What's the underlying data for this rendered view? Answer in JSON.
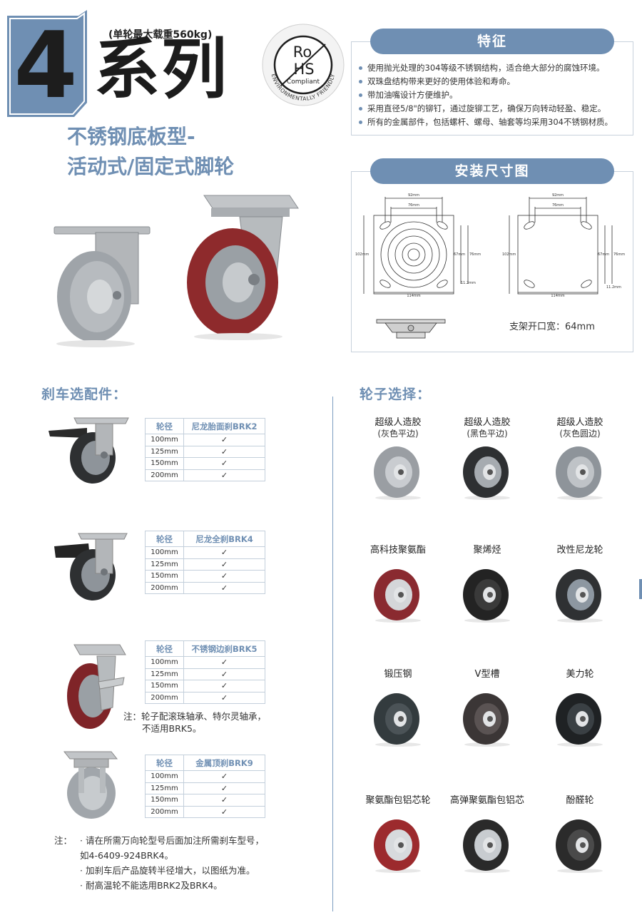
{
  "header": {
    "series_number": "4",
    "max_load": "(单轮最大载重560kg)",
    "series_title": "系列",
    "subtitle_line1": "不锈钢底板型-",
    "subtitle_line2": "活动式/固定式脚轮",
    "rohs": {
      "ro": "Ro",
      "hs": "HS",
      "compliant": "Compliant",
      "ring_text": "ENVIRONMENTALLY FRIENDLY"
    }
  },
  "features": {
    "title": "特征",
    "items": [
      "使用抛光处理的304等级不锈钢结构，适合绝大部分的腐蚀环境。",
      "双珠盘结构带来更好的使用体验和寿命。",
      "带加油嘴设计方便维护。",
      "采用直径5/8\"的铆钉，通过旋铆工艺，确保万向转动轻盈、稳定。",
      "所有的金属部件，包括螺杆、螺母、轴套等均采用304不锈钢材质。"
    ]
  },
  "install": {
    "title": "安装尺寸图",
    "dims": {
      "outer_w": "92mm",
      "inner_w": "76mm",
      "height": "102mm",
      "hole_v": "67mm",
      "hole_v2": "76mm",
      "hole_d": "11.2mm",
      "base_w": "114mm"
    },
    "opening": "支架开口宽：64mm"
  },
  "brakes": {
    "title": "刹车选配件：",
    "col_size": "轮径",
    "sizes": [
      "100mm",
      "125mm",
      "150mm",
      "200mm"
    ],
    "check": "✓",
    "tables": [
      {
        "name": "尼龙胎面刹BRK2"
      },
      {
        "name": "尼龙全刹BRK4"
      },
      {
        "name": "不锈钢边刹BRK5"
      },
      {
        "name": "金属顶刹BRK9"
      }
    ],
    "note_brk5": [
      "注：轮子配滚珠轴承、特尔灵轴承，",
      "不适用BRK5。"
    ],
    "notes_label": "注：",
    "notes": [
      "· 请在所需万向轮型号后面加注所需刹车型号，",
      "如4-6409-924BRK4。",
      "· 加刹车后产品旋转半径增大，以图纸为准。",
      "· 耐高温轮不能选用BRK2及BRK4。"
    ]
  },
  "wheels": {
    "title": "轮子选择：",
    "items": [
      {
        "name": "超级人造胶",
        "sub": "(灰色平边)",
        "color": "#9a9ea3",
        "hub": "#c9ccd0"
      },
      {
        "name": "超级人造胶",
        "sub": "(黑色平边)",
        "color": "#2e3032",
        "hub": "#a6abb0"
      },
      {
        "name": "超级人造胶",
        "sub": "(灰色圆边)",
        "color": "#8e949a",
        "hub": "#bfc3c7"
      },
      {
        "name": "高科技聚氨酯",
        "sub": "",
        "color": "#8a2a30",
        "hub": "#d4d6d9"
      },
      {
        "name": "聚烯烃",
        "sub": "",
        "color": "#232323",
        "hub": "#3a3a3a"
      },
      {
        "name": "改性尼龙轮",
        "sub": "",
        "color": "#2f3133",
        "hub": "#8d97a1"
      },
      {
        "name": "锻压钢",
        "sub": "",
        "color": "#333b3e",
        "hub": "#4b5357"
      },
      {
        "name": "V型槽",
        "sub": "",
        "color": "#3b3636",
        "hub": "#5a5353"
      },
      {
        "name": "美力轮",
        "sub": "",
        "color": "#1f2224",
        "hub": "#3a4044"
      },
      {
        "name": "聚氨酯包铝芯轮",
        "sub": "",
        "color": "#9c2a2d",
        "hub": "#d7dadd"
      },
      {
        "name": "高弹聚氨酯包铝芯",
        "sub": "",
        "color": "#2a2a2a",
        "hub": "#c8ccd0"
      },
      {
        "name": "酚醛轮",
        "sub": "",
        "color": "#2b2b2b",
        "hub": "#4a4a4a"
      }
    ]
  }
}
